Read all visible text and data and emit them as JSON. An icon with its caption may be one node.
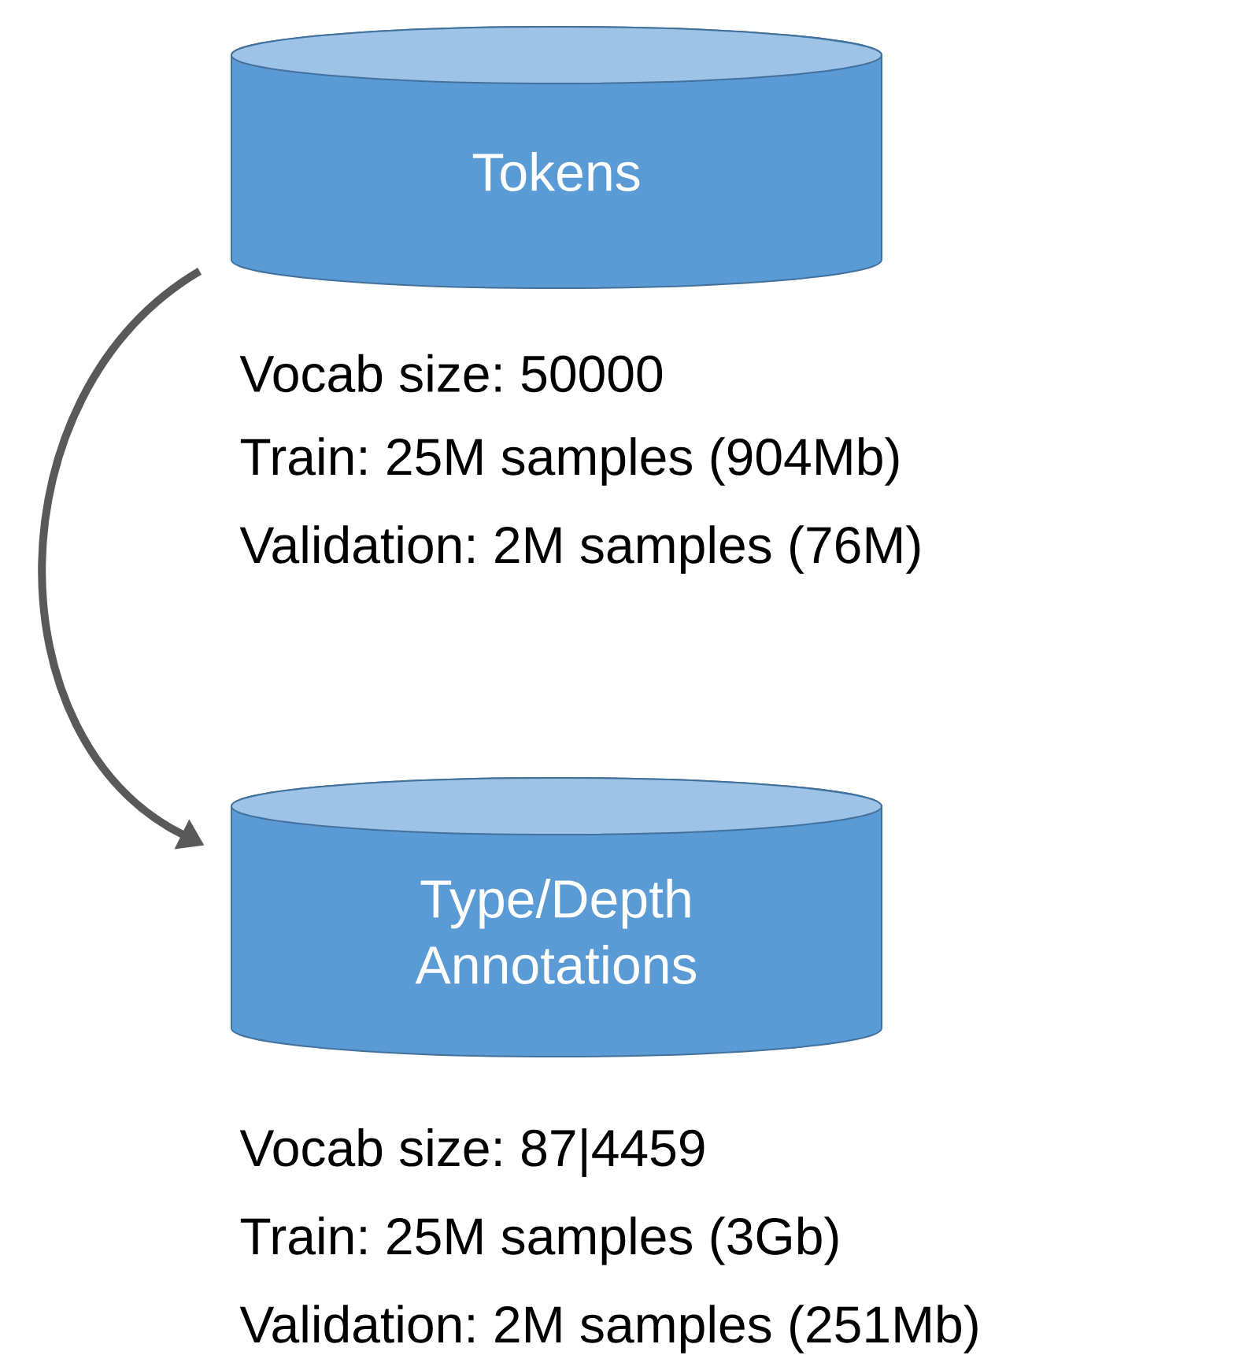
{
  "diagram": {
    "nodes": [
      {
        "text": [
          "Tokens"
        ],
        "beside": [
          "Vocab size: 50000",
          "Train: 25M samples (904Mb)",
          "Validation: 2M samples (76M)"
        ]
      },
      {
        "text": [
          "Type/Depth Annotations"
        ],
        "beside": [
          "Vocab size: 87|4459",
          "Train: 25M samples (3Gb)",
          "Validation: 2M samples (251Mb)"
        ]
      }
    ],
    "edges": [
      {
        "from": 0,
        "to": 1,
        "arrow": "to"
      }
    ]
  }
}
